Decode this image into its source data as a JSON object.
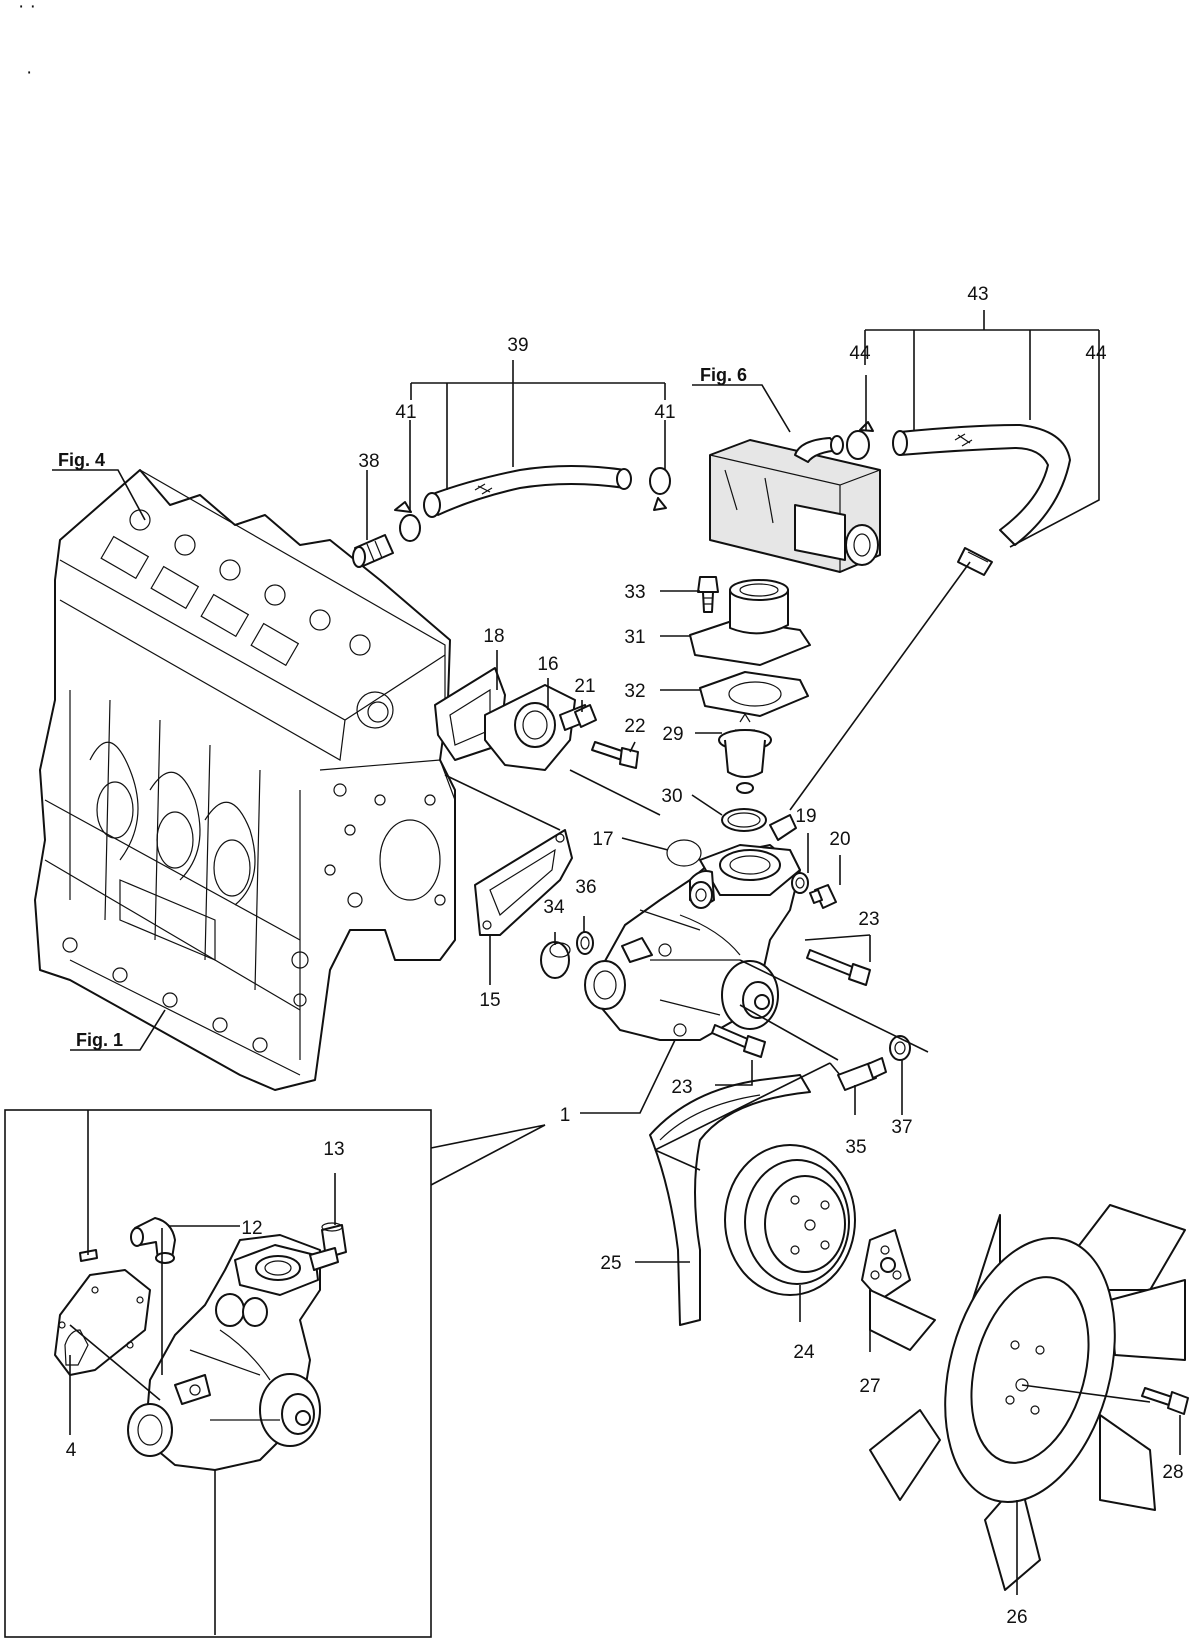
{
  "figure_refs": [
    "Fig. 4",
    "Fig. 6",
    "Fig. 1"
  ],
  "callouts": [
    "43",
    "39",
    "44",
    "44",
    "41",
    "41",
    "38",
    "33",
    "31",
    "32",
    "29",
    "30",
    "18",
    "16",
    "21",
    "22",
    "17",
    "19",
    "20",
    "23",
    "36",
    "34",
    "15",
    "23",
    "1",
    "35",
    "37",
    "13",
    "12",
    "25",
    "24",
    "27",
    "4",
    "28",
    "26"
  ],
  "corner_marks": [
    "· ·",
    "·"
  ]
}
